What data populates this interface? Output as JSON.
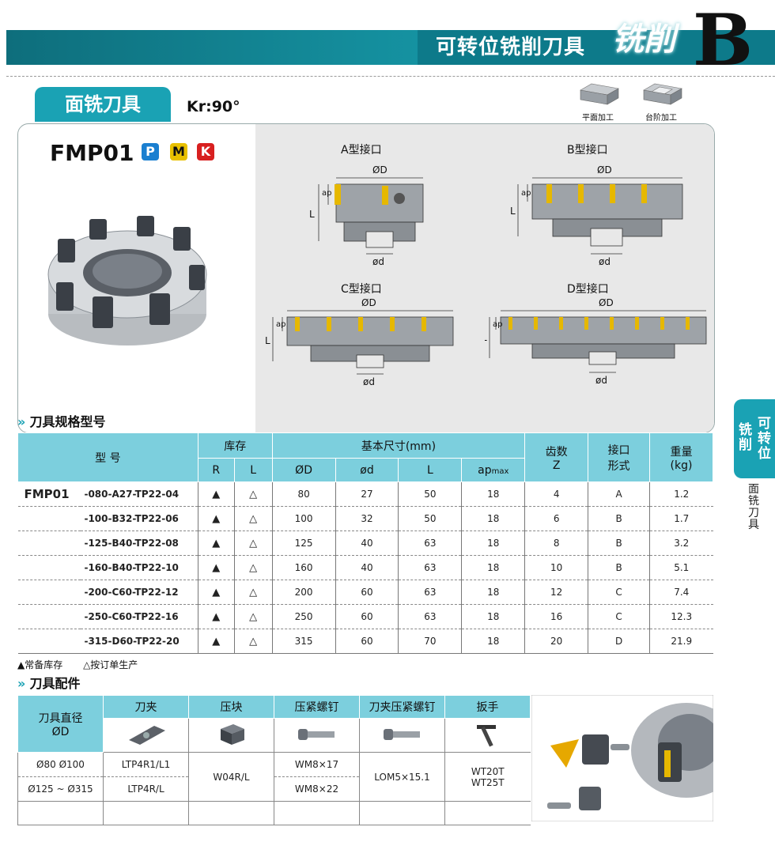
{
  "header": {
    "title": "可转位铣削刀具",
    "category": "铣削",
    "chapter_letter": "B"
  },
  "section": {
    "tab": "面铣刀具",
    "kr": "Kr:90°",
    "process_icons": [
      {
        "label": "平面加工",
        "icon": "flat-block-icon"
      },
      {
        "label": "台阶加工",
        "icon": "step-block-icon"
      }
    ]
  },
  "product": {
    "series": "FMP01",
    "materials": [
      {
        "letter": "P",
        "color": "#1a7fd0"
      },
      {
        "letter": "M",
        "color": "#e8c000"
      },
      {
        "letter": "K",
        "color": "#d82020"
      }
    ]
  },
  "interfaces": [
    {
      "label": "A型接口"
    },
    {
      "label": "B型接口"
    },
    {
      "label": "C型接口"
    },
    {
      "label": "D型接口"
    }
  ],
  "dim_labels": {
    "D": "ØD",
    "d": "ød",
    "L": "L",
    "ap": "ap"
  },
  "spec_heading": "刀具规格型号",
  "spec_table": {
    "headers": {
      "model": "型 号",
      "stock": "库存",
      "R": "R",
      "L_stock": "L",
      "basic": "基本尺寸(mm)",
      "D": "ØD",
      "d": "ød",
      "L": "L",
      "ap_main": "ap",
      "ap_sub": "max",
      "teeth_1": "齿数",
      "teeth_2": "Z",
      "iface_1": "接口",
      "iface_2": "形式",
      "weight_1": "重量",
      "weight_2": "(kg)"
    },
    "rows": [
      {
        "model": "-080-A27-TP22-04",
        "R": "▲",
        "L": "△",
        "D": "80",
        "d": "27",
        "Lval": "50",
        "ap": "18",
        "Z": "4",
        "iface": "A",
        "kg": "1.2"
      },
      {
        "model": "-100-B32-TP22-06",
        "R": "▲",
        "L": "△",
        "D": "100",
        "d": "32",
        "Lval": "50",
        "ap": "18",
        "Z": "6",
        "iface": "B",
        "kg": "1.7"
      },
      {
        "model": "-125-B40-TP22-08",
        "R": "▲",
        "L": "△",
        "D": "125",
        "d": "40",
        "Lval": "63",
        "ap": "18",
        "Z": "8",
        "iface": "B",
        "kg": "3.2"
      },
      {
        "model": "-160-B40-TP22-10",
        "R": "▲",
        "L": "△",
        "D": "160",
        "d": "40",
        "Lval": "63",
        "ap": "18",
        "Z": "10",
        "iface": "B",
        "kg": "5.1"
      },
      {
        "model": "-200-C60-TP22-12",
        "R": "▲",
        "L": "△",
        "D": "200",
        "d": "60",
        "Lval": "63",
        "ap": "18",
        "Z": "12",
        "iface": "C",
        "kg": "7.4"
      },
      {
        "model": "-250-C60-TP22-16",
        "R": "▲",
        "L": "△",
        "D": "250",
        "d": "60",
        "Lval": "63",
        "ap": "18",
        "Z": "16",
        "iface": "C",
        "kg": "12.3"
      },
      {
        "model": "-315-D60-TP22-20",
        "R": "▲",
        "L": "△",
        "D": "315",
        "d": "60",
        "Lval": "70",
        "ap": "18",
        "Z": "20",
        "iface": "D",
        "kg": "21.9"
      }
    ]
  },
  "legend": {
    "stocked": "▲常备库存",
    "to_order": "△按订单生产"
  },
  "acc_heading": "刀具配件",
  "acc_table": {
    "headers": {
      "dia_1": "刀具直径",
      "dia_2": "ØD",
      "clamp": "刀夹",
      "block": "压块",
      "screw": "压紧螺钉",
      "clamp_screw": "刀夹压紧螺钉",
      "wrench": "扳手"
    },
    "row1": {
      "dia": "Ø80  Ø100",
      "clamp": "LTP4R1/L1",
      "screw": "WM8×17"
    },
    "row2": {
      "dia": "Ø125 ~ Ø315",
      "clamp": "LTP4R/L",
      "screw": "WM8×22"
    },
    "block": "W04R/L",
    "clamp_screw": "LOM5×15.1",
    "wrench_1": "WT20T",
    "wrench_2": "WT25T"
  },
  "side_tab": {
    "col1": "铣削",
    "col2": "可转位",
    "sub": "面铣刀具"
  }
}
